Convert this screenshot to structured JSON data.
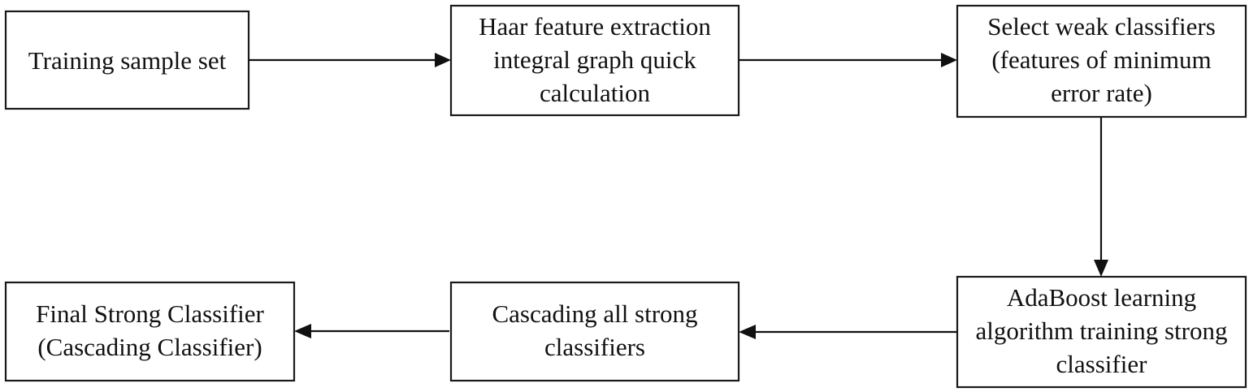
{
  "diagram": {
    "nodes": [
      {
        "id": "training",
        "lines": [
          "Training sample set"
        ]
      },
      {
        "id": "haar",
        "lines": [
          "Haar feature extraction",
          "integral graph quick",
          "calculation"
        ]
      },
      {
        "id": "select",
        "lines": [
          "Select weak classifiers",
          "(features of minimum",
          "error rate)"
        ]
      },
      {
        "id": "adaboost",
        "lines": [
          "AdaBoost learning",
          "algorithm training strong",
          "classifier"
        ]
      },
      {
        "id": "cascading",
        "lines": [
          "Cascading all strong",
          "classifiers"
        ]
      },
      {
        "id": "final",
        "lines": [
          "Final Strong Classifier",
          "(Cascading Classifier)"
        ]
      }
    ],
    "edges": [
      {
        "from": "training",
        "to": "haar"
      },
      {
        "from": "haar",
        "to": "select"
      },
      {
        "from": "select",
        "to": "adaboost"
      },
      {
        "from": "adaboost",
        "to": "cascading"
      },
      {
        "from": "cascading",
        "to": "final"
      }
    ]
  }
}
